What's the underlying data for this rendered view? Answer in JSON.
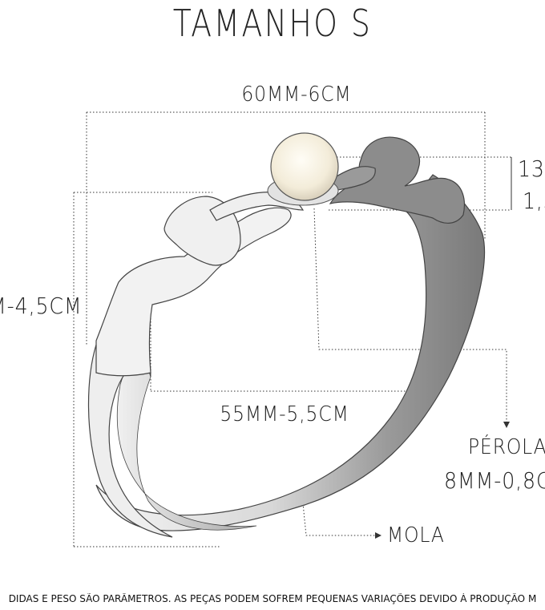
{
  "title": "TAMANHO S",
  "dimensions": {
    "width_outer": "60MM-6CM",
    "height_left": "M-4,5CM",
    "width_inner": "55MM-5,5CM",
    "pearl_height_line1": "13M",
    "pearl_height_line2": "1,3"
  },
  "pearl": {
    "label": "PÉROLA",
    "size": "8MM-0,8C"
  },
  "spring_label": "MOLA",
  "disclaimer": "DIDAS E PESO SÃO PARÂMETROS. AS PEÇAS PODEM SOFREM PEQUENAS VARIAÇÕES DEVIDO À PRODUÇÃO M"
}
